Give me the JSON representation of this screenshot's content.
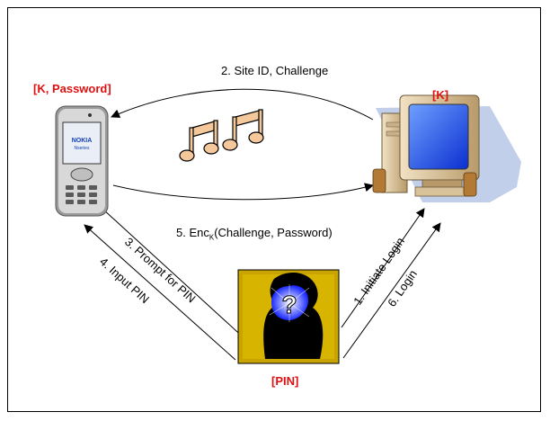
{
  "nodes": {
    "phone_label": "[K, Password]",
    "computer_label": "[K]",
    "user_label": "[PIN]",
    "phone_brand": "NOKIA",
    "phone_series": "Nseries"
  },
  "steps": {
    "s1": "1. Initiate Login",
    "s2": "2. Site ID, Challenge",
    "s3": "3. Prompt for PIN",
    "s4": "4. Input PIN",
    "s5_prefix": "5. Enc",
    "s5_sub": "K",
    "s5_suffix": "(Challenge, Password)",
    "s6": "6. Login"
  },
  "colors": {
    "label_red": "#e01010",
    "user_bg": "#c8a400",
    "monitor_screen": "#1a4fff",
    "audio_notes": "#f4c89a"
  },
  "icons": {
    "phone": "mobile-phone-icon",
    "computer": "desktop-computer-icon",
    "audio": "music-notes-icon",
    "user": "unknown-user-icon"
  }
}
